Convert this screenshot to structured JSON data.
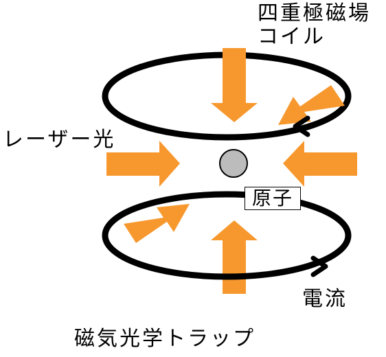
{
  "labels": {
    "coil_line1": "四重極磁場",
    "coil_line2": "コイル",
    "laser": "レーザー光",
    "atom": "原子",
    "current": "電流",
    "caption": "磁気光学トラップ"
  },
  "colors": {
    "laser_arrow": "#f7982e",
    "coil": "#000000",
    "atom_fill": "#bcbcbc",
    "background": "#ffffff"
  },
  "components": {
    "coils": [
      "upper-coil",
      "lower-coil"
    ],
    "laser_beams": [
      "top",
      "bottom",
      "left",
      "right",
      "upper-right-diagonal",
      "lower-left-diagonal"
    ],
    "current_arrows": [
      "upper-coil-direction",
      "lower-coil-direction"
    ]
  }
}
